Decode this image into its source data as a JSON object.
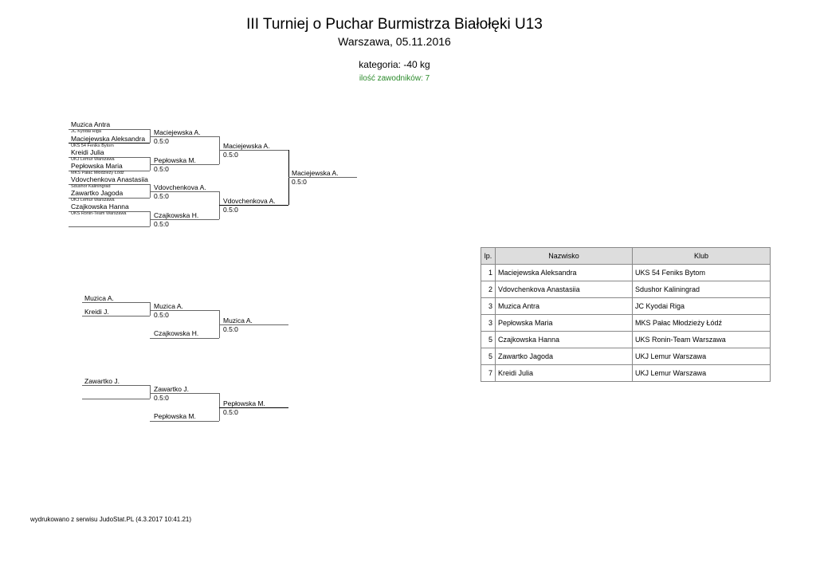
{
  "header": {
    "title": "III Turniej o Puchar Burmistrza Białołęki U13",
    "subtitle": "Warszawa, 05.11.2016",
    "category": "kategoria: -40 kg",
    "count": "ilość zawodników: 7"
  },
  "main": {
    "competitors": [
      {
        "name": "Muzica Antra",
        "club": "JC Kyodai Riga"
      },
      {
        "name": "Maciejewska Aleksandra",
        "club": "UKS 54 Feniks Bytom"
      },
      {
        "name": "Kreidi Julia",
        "club": "UKJ Lemur Warszawa"
      },
      {
        "name": "Pepłowska Maria",
        "club": "MKS Pałac Młodzieży Łódź"
      },
      {
        "name": "Vdovchenkova Anastasiia",
        "club": "Sdushor Kaliningrad"
      },
      {
        "name": "Zawartko Jagoda",
        "club": "UKJ Lemur Warszawa"
      },
      {
        "name": "Czajkowska Hanna",
        "club": "UKS Ronin-Team Warszawa"
      }
    ],
    "round1": [
      {
        "w": "Maciejewska A.",
        "s": "0.5:0"
      },
      {
        "w": "Pepłowska M.",
        "s": "0.5:0"
      },
      {
        "w": "Vdovchenkova A.",
        "s": "0.5:0"
      },
      {
        "w": "Czajkowska H.",
        "s": "0.5:0"
      }
    ],
    "round2": [
      {
        "w": "Maciejewska A.",
        "s": "0.5:0"
      },
      {
        "w": "Vdovchenkova A.",
        "s": "0.5:0"
      }
    ],
    "final": {
      "w": "Maciejewska A.",
      "s": "0.5:0"
    }
  },
  "rep1": {
    "a": "Muzica A.",
    "b": "Kreidi J.",
    "w1": "Muzica A.",
    "s1": "0.5:0",
    "c": "Czajkowska H.",
    "w2": "Muzica A.",
    "s2": "0.5:0"
  },
  "rep2": {
    "a": "Zawartko J.",
    "w1": "Zawartko J.",
    "s1": "0.5:0",
    "c": "Pepłowska M.",
    "w2": "Pepłowska M.",
    "s2": "0.5:0"
  },
  "results": {
    "headers": [
      "lp.",
      "Nazwisko",
      "Klub"
    ],
    "rows": [
      [
        "1",
        "Maciejewska Aleksandra",
        "UKS 54 Feniks Bytom"
      ],
      [
        "2",
        "Vdovchenkova Anastasiia",
        "Sdushor Kaliningrad"
      ],
      [
        "3",
        "Muzica Antra",
        "JC Kyodai Riga"
      ],
      [
        "3",
        "Pepłowska Maria",
        "MKS Pałac Młodzieży Łódź"
      ],
      [
        "5",
        "Czajkowska Hanna",
        "UKS Ronin-Team Warszawa"
      ],
      [
        "5",
        "Zawartko Jagoda",
        "UKJ Lemur Warszawa"
      ],
      [
        "7",
        "Kreidi Julia",
        "UKJ Lemur Warszawa"
      ]
    ]
  },
  "footer": "wydrukowano z serwisu JudoStat.PL (4.3.2017 10:41.21)"
}
